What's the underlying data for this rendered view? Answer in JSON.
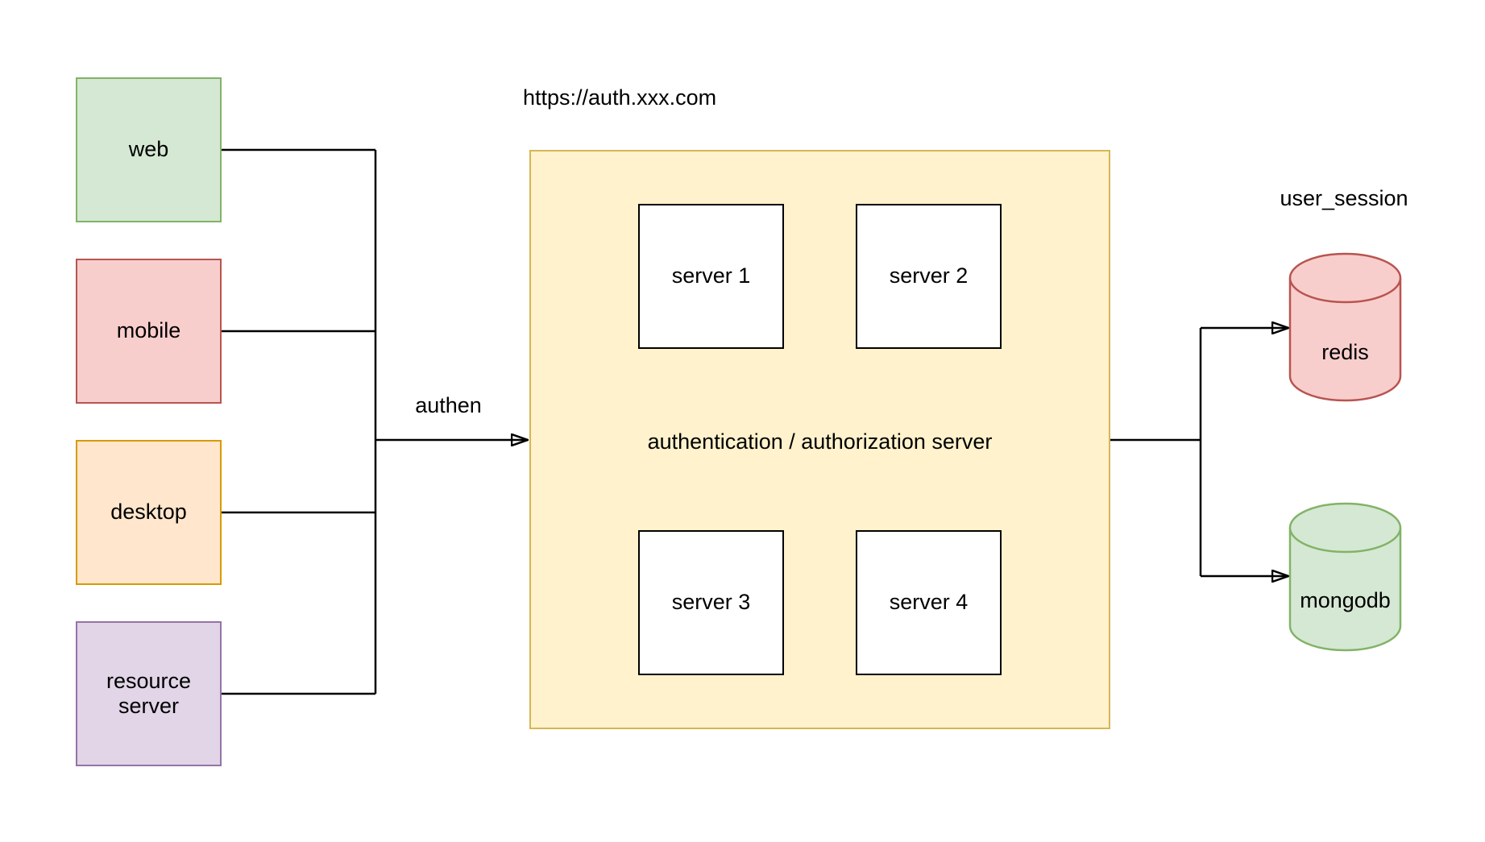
{
  "diagram": {
    "url_label": "https://auth.xxx.com",
    "clients": [
      {
        "label": "web",
        "fill": "#d5e8d4",
        "stroke": "#82b366"
      },
      {
        "label": "mobile",
        "fill": "#f8cecc",
        "stroke": "#b85450"
      },
      {
        "label": "desktop",
        "fill": "#ffe6cc",
        "stroke": "#d79b00"
      },
      {
        "label": "resource server",
        "fill": "#e1d5e7",
        "stroke": "#9673a6"
      }
    ],
    "auth_group": {
      "label": "authentication / authorization server",
      "fill": "#fff2cc",
      "stroke": "#d6b656",
      "servers": [
        {
          "label": "server 1"
        },
        {
          "label": "server 2"
        },
        {
          "label": "server 3"
        },
        {
          "label": "server 4"
        }
      ]
    },
    "edge_labels": {
      "authen": "authen",
      "user_session": "user_session"
    },
    "datastores": [
      {
        "label": "redis",
        "shape": "cylinder",
        "fill": "#f8cecc",
        "stroke": "#b85450"
      },
      {
        "label": "mongodb",
        "shape": "cylinder",
        "fill": "#d5e8d4",
        "stroke": "#82b366"
      }
    ],
    "line_color": "#000000",
    "background": "#ffffff"
  }
}
